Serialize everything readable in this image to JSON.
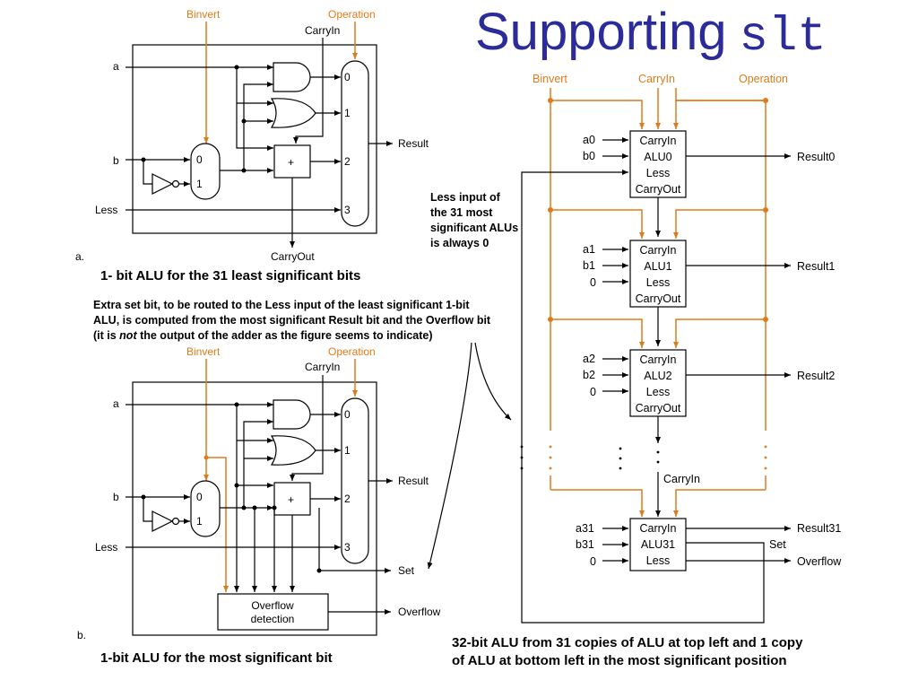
{
  "title": {
    "main": "Supporting",
    "code": "slt"
  },
  "top_alu": {
    "binvert": "Binvert",
    "operation": "Operation",
    "carryin": "CarryIn",
    "a": "a",
    "b": "b",
    "less": "Less",
    "result": "Result",
    "carryout": "CarryOut",
    "mux_in": [
      "0",
      "1",
      "2",
      "3"
    ],
    "bmux_in": [
      "0",
      "1"
    ],
    "adder": "+",
    "fig": "a."
  },
  "top_caption": "1- bit ALU for the 31 least significant bits",
  "note_lines": [
    "Extra set bit, to be routed to the Less input of the least significant 1-bit",
    "ALU, is computed from the most significant Result bit and the Overflow bit"
  ],
  "note_line3": {
    "pre": "(it is ",
    "em": "not",
    "post": " the output of the adder as the figure seems to indicate)"
  },
  "bottom_alu": {
    "binvert": "Binvert",
    "operation": "Operation",
    "carryin": "CarryIn",
    "a": "a",
    "b": "b",
    "less": "Less",
    "result": "Result",
    "set": "Set",
    "overflow": "Overflow",
    "ovf_box": [
      "Overflow",
      "detection"
    ],
    "mux_in": [
      "0",
      "1",
      "2",
      "3"
    ],
    "bmux_in": [
      "0",
      "1"
    ],
    "adder": "+",
    "fig": "b."
  },
  "bottom_caption": "1-bit ALU for the most significant bit",
  "less_note": [
    "Less input of",
    "the 31 most",
    "significant ALUs",
    "is always 0"
  ],
  "right": {
    "binvert": "Binvert",
    "carryin": "CarryIn",
    "operation": "Operation",
    "mid_carryin": "CarryIn",
    "alus": [
      {
        "inputs": [
          "a0",
          "b0"
        ],
        "lines": [
          "CarryIn",
          "ALU0",
          "Less",
          "CarryOut"
        ],
        "result": "Result0"
      },
      {
        "inputs": [
          "a1",
          "b1",
          "0"
        ],
        "lines": [
          "CarryIn",
          "ALU1",
          "Less",
          "CarryOut"
        ],
        "result": "Result1"
      },
      {
        "inputs": [
          "a2",
          "b2",
          "0"
        ],
        "lines": [
          "CarryIn",
          "ALU2",
          "Less",
          "CarryOut"
        ],
        "result": "Result2"
      },
      {
        "inputs": [
          "a31",
          "b31",
          "0"
        ],
        "lines": [
          "CarryIn",
          "ALU31",
          "Less"
        ],
        "result": "Result31"
      }
    ],
    "set": "Set",
    "overflow": "Overflow"
  },
  "right_caption": [
    "32-bit ALU from 31 copies of ALU at top left and 1 copy",
    "of ALU at bottom left in the most significant position"
  ],
  "colors": {
    "title": "#2b2b9a",
    "control": "#e07b1a",
    "line": "#000000"
  }
}
